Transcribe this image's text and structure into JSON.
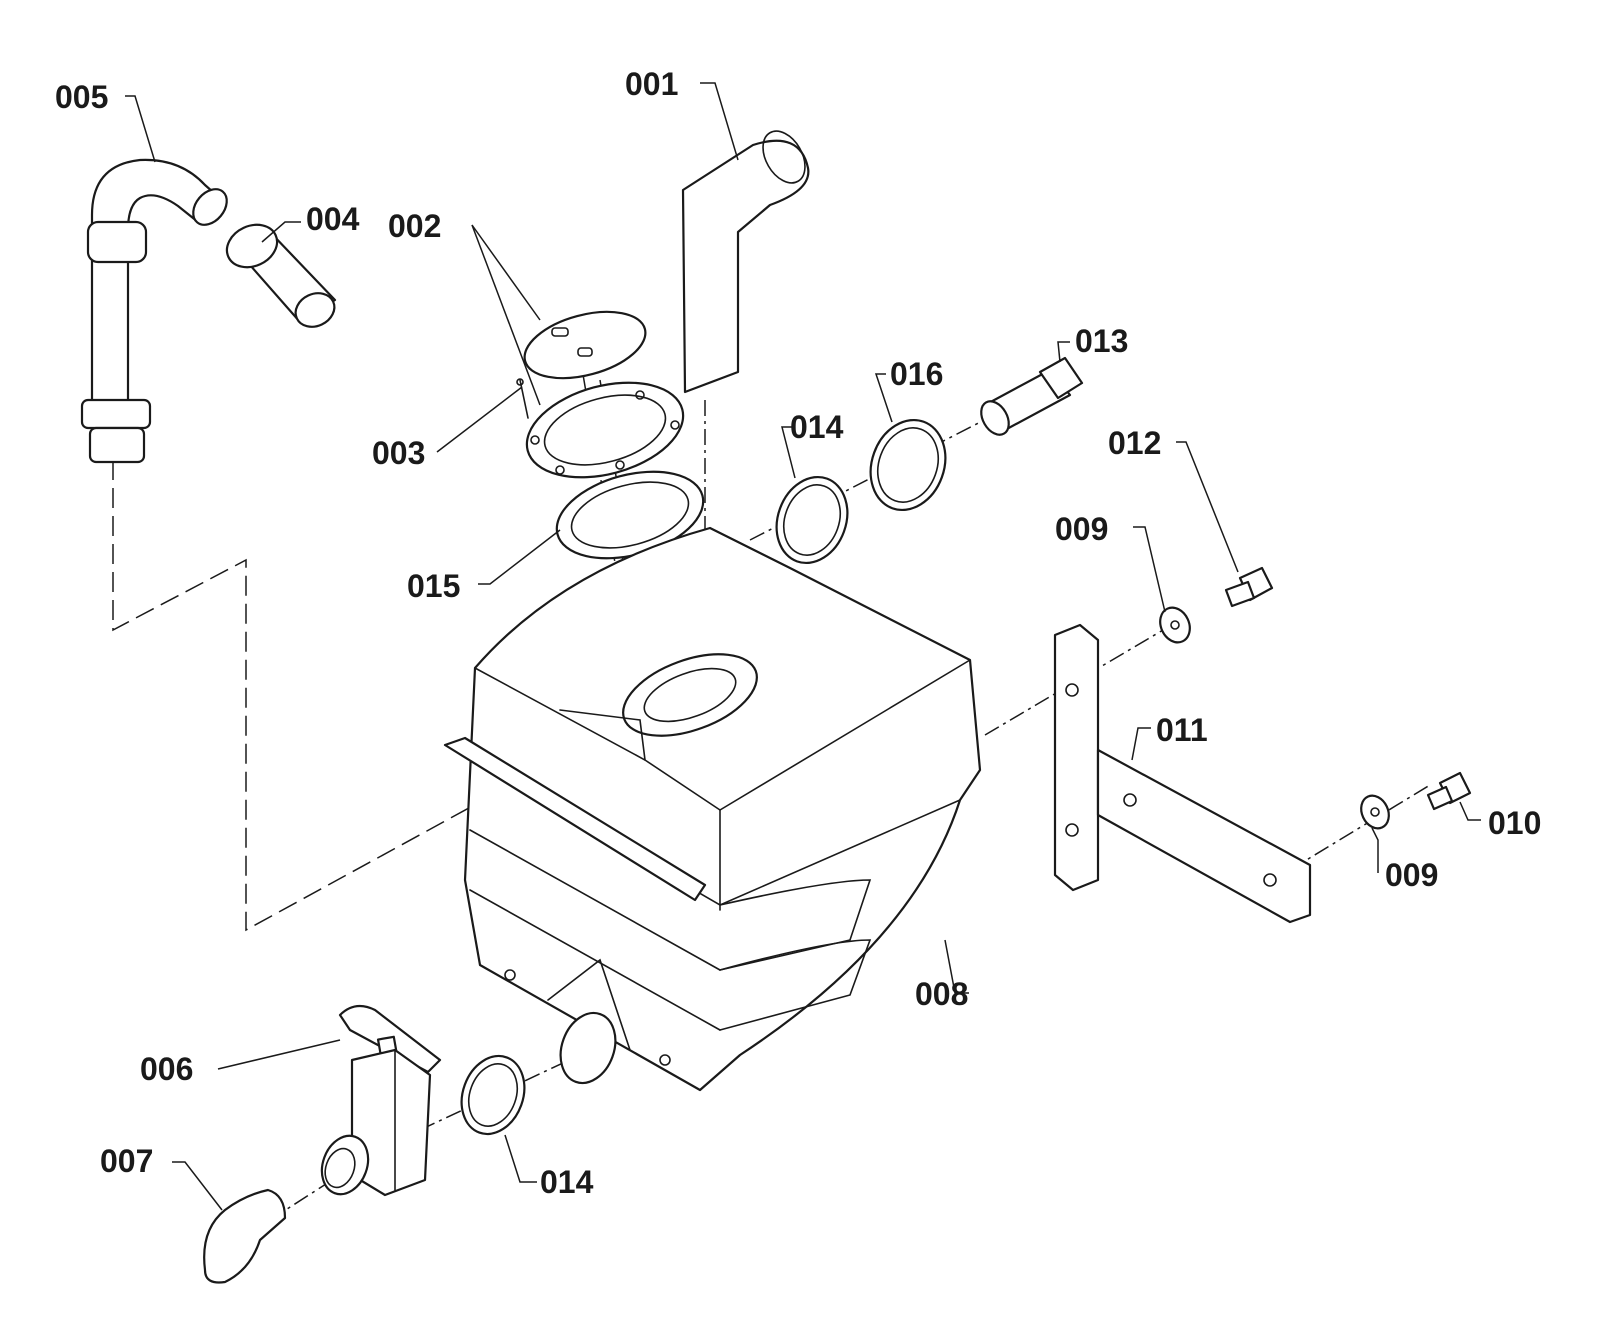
{
  "callouts": {
    "p001": "001",
    "p002": "002",
    "p003": "003",
    "p004": "004",
    "p005": "005",
    "p006": "006",
    "p007": "007",
    "p008": "008",
    "p009a": "009",
    "p009b": "009",
    "p010": "010",
    "p011": "011",
    "p012": "012",
    "p013": "013",
    "p014a": "014",
    "p014b": "014",
    "p015": "015",
    "p016": "016"
  },
  "colors": {
    "ink": "#1a1a1a",
    "background": "#ffffff"
  }
}
